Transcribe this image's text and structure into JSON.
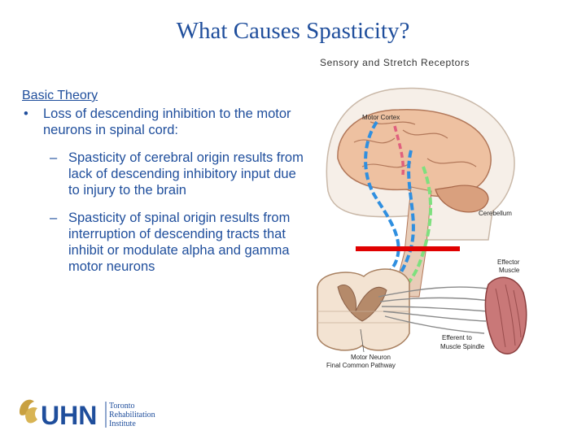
{
  "slide": {
    "title": "What Causes Spasticity?"
  },
  "content": {
    "heading": "Basic Theory",
    "bullet_mark": "•",
    "dash_mark": "–",
    "bullet": "Loss of descending inhibition to the motor neurons in spinal cord:",
    "subpoints": [
      "Spasticity of cerebral origin results from lack of descending inhibitory input due to injury to the brain",
      "Spasticity of spinal origin results from interruption of descending tracts that inhibit or modulate alpha and gamma motor neurons"
    ]
  },
  "figure": {
    "caption": "Sensory and Stretch Receptors",
    "labels": {
      "motor_cortex": "Motor Cortex",
      "cerebellum": "Cerebellum",
      "effector_1": "Effector",
      "effector_2": "Muscle",
      "efferent_1": "Efferent to",
      "efferent_2": "Muscle Spindle",
      "motor_neuron_1": "Motor Neuron",
      "motor_neuron_2": "Final Common Pathway"
    },
    "colors": {
      "lesion_bar": "#e00000",
      "pathway_blue": "#2f8fe0",
      "pathway_green": "#7ee07e",
      "pathway_pink": "#e0607e",
      "brain": "#e8b896",
      "brain_outline": "#b2785a"
    }
  },
  "logo": {
    "wordmark": "UHN",
    "line1": "Toronto",
    "line2": "Rehabilitation",
    "line3": "Institute",
    "colors": {
      "blue": "#1f4e9c",
      "gold": "#c8a040"
    }
  }
}
